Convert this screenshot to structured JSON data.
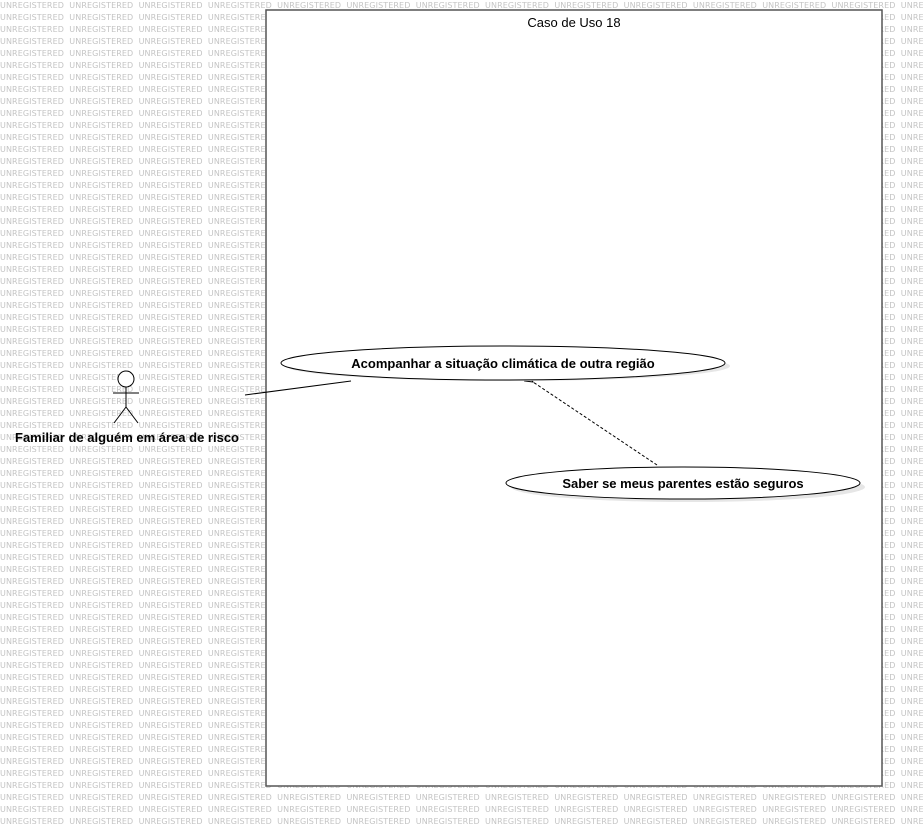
{
  "watermark": {
    "text": "UNREGISTERED"
  },
  "system_boundary": {
    "title": "Caso de Uso 18"
  },
  "actor": {
    "name": "Familiar de alguém em área de risco"
  },
  "use_cases": [
    {
      "id": "uc1",
      "label": "Acompanhar a situação climática de outra região"
    },
    {
      "id": "uc2",
      "label": "Saber se meus parentes estão seguros"
    }
  ],
  "relations": [
    {
      "type": "association",
      "from": "actor",
      "to": "uc1"
    },
    {
      "type": "dependency",
      "from": "uc2",
      "to": "uc1"
    }
  ],
  "colors": {
    "line": "#000000",
    "boundary_border": "#555555",
    "watermark": "#c4c4c4",
    "shadow": "#e6e6e6",
    "fill": "#ffffff"
  }
}
